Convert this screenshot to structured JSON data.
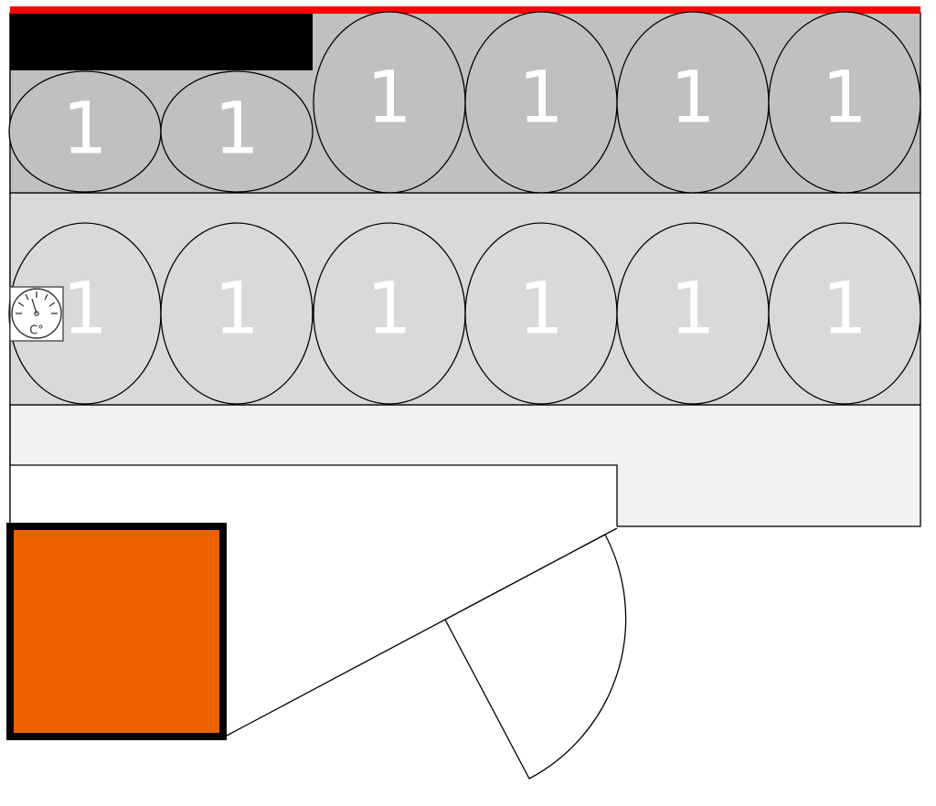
{
  "colors": {
    "wall_accent": "#ff0000",
    "upper_rack": "#c0c0c0",
    "lower_rack": "#d9d9d9",
    "floor_zone": "#f2f2f2",
    "equipment": "#eb6100",
    "bar": "#000000",
    "outline": "#000000"
  },
  "upper_row": {
    "slots": [
      {
        "label": "1"
      },
      {
        "label": "1"
      },
      {
        "label": "1"
      },
      {
        "label": "1"
      },
      {
        "label": "1"
      },
      {
        "label": "1"
      }
    ]
  },
  "lower_row": {
    "slots": [
      {
        "label": "1"
      },
      {
        "label": "1"
      },
      {
        "label": "1"
      },
      {
        "label": "1"
      },
      {
        "label": "1"
      },
      {
        "label": "1"
      }
    ]
  },
  "thermometer": {
    "icon": "thermometer-dial-icon",
    "unit_label": "C°"
  },
  "door": {
    "icon": "door-swing-icon"
  }
}
